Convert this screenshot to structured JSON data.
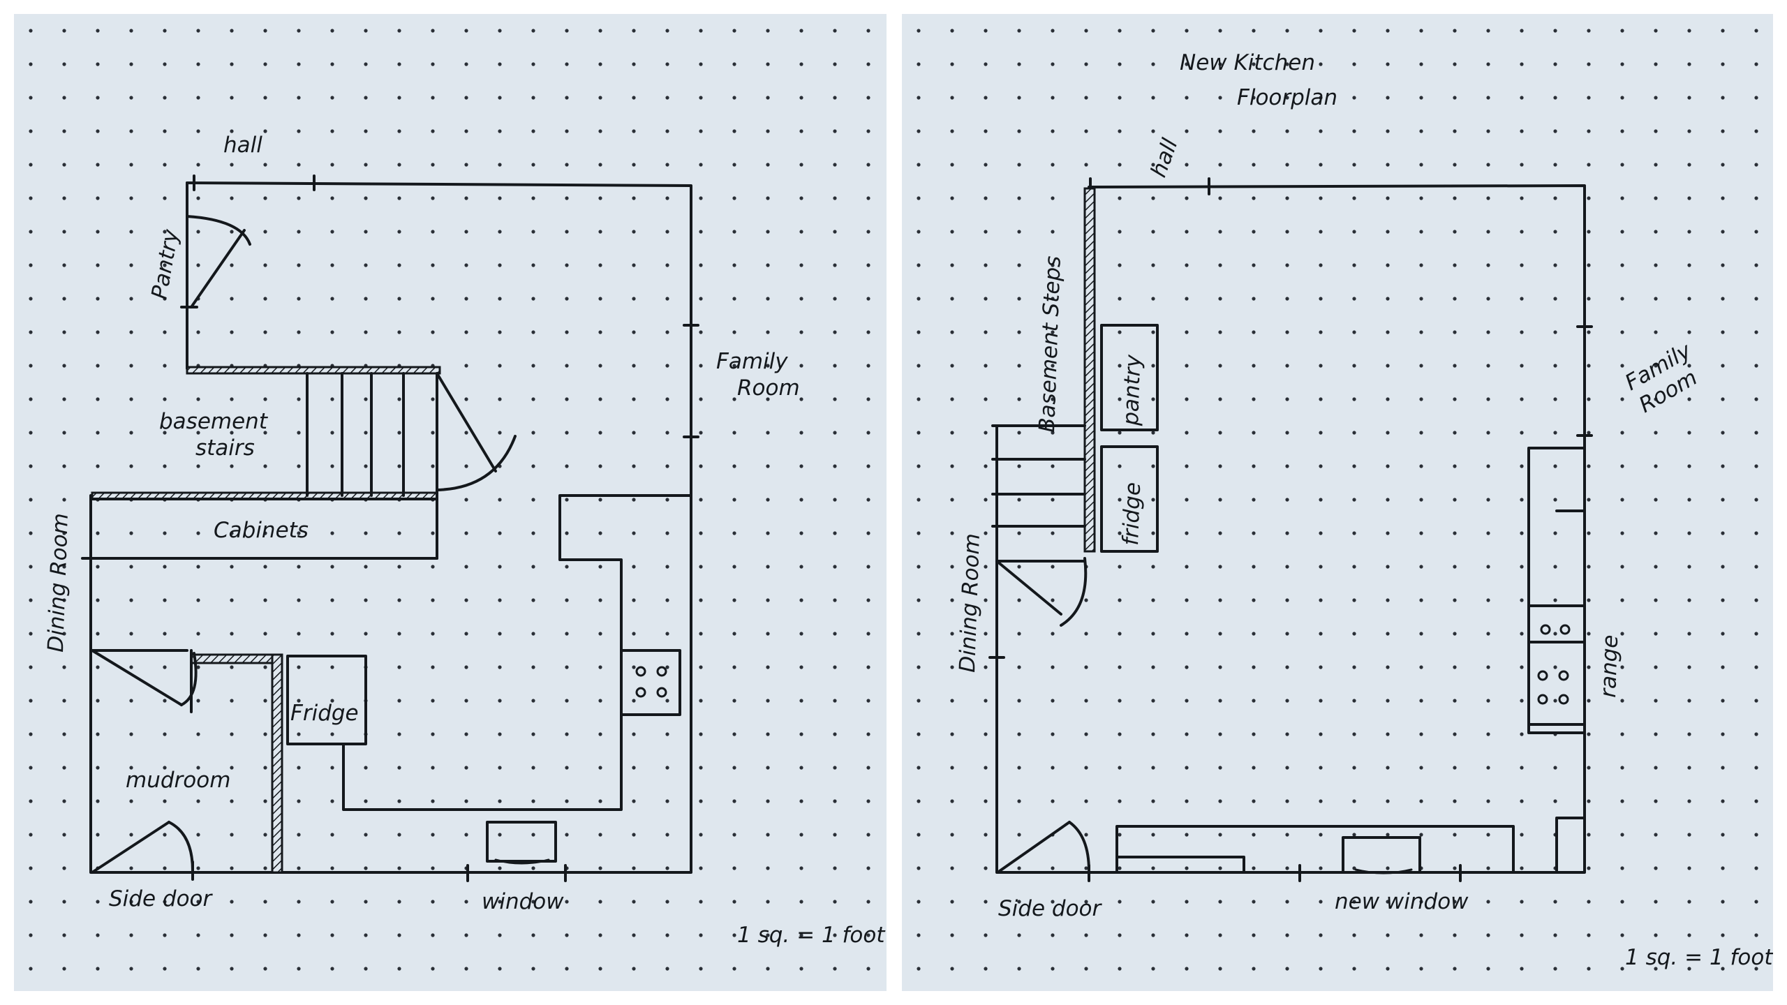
{
  "left_plan": {
    "labels": {
      "hall": "hall",
      "pantry": "Pantry",
      "family_room_1": "Family",
      "family_room_2": "Room",
      "basement_1": "basement",
      "basement_2": "stairs",
      "cabinets": "Cabinets",
      "dining_room": "Dining Room",
      "fridge": "Fridge",
      "mudroom": "mudroom",
      "side_door": "Side door",
      "window": "window",
      "scale": "1 sq. = 1 foot"
    }
  },
  "right_plan": {
    "labels": {
      "title_1": "New Kitchen",
      "title_2": "Floorplan",
      "hall": "hall",
      "basement_steps": "Basement Steps",
      "pantry": "pantry",
      "fridge": "fridge",
      "family_room_1": "Family",
      "family_room_2": "Room",
      "dining_room": "Dining Room",
      "range": "range",
      "side_door": "Side door",
      "new_window": "new window",
      "scale": "1 sq. = 1 foot"
    }
  },
  "colors": {
    "paper": "#dfe7ee",
    "ink": "#14181c",
    "dot": "#2a2f36"
  }
}
